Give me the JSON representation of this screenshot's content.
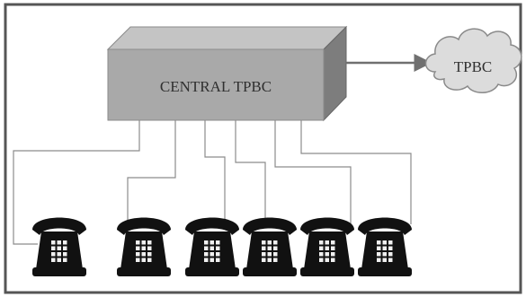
{
  "central_box": {
    "label": "CENTRAL TPBC"
  },
  "cloud": {
    "label": "TPBC"
  },
  "phones": [
    {
      "name": "telephone-1"
    },
    {
      "name": "telephone-2"
    },
    {
      "name": "telephone-3"
    },
    {
      "name": "telephone-4"
    },
    {
      "name": "telephone-5"
    },
    {
      "name": "telephone-6"
    }
  ],
  "colors": {
    "frame": "#555555",
    "box_front": "#a9a9a9",
    "box_top": "#c4c4c4",
    "box_side": "#7d7d7d",
    "wire": "#8c8c8c",
    "cloud_fill": "#dcdcdc",
    "phone_body": "#111111"
  }
}
